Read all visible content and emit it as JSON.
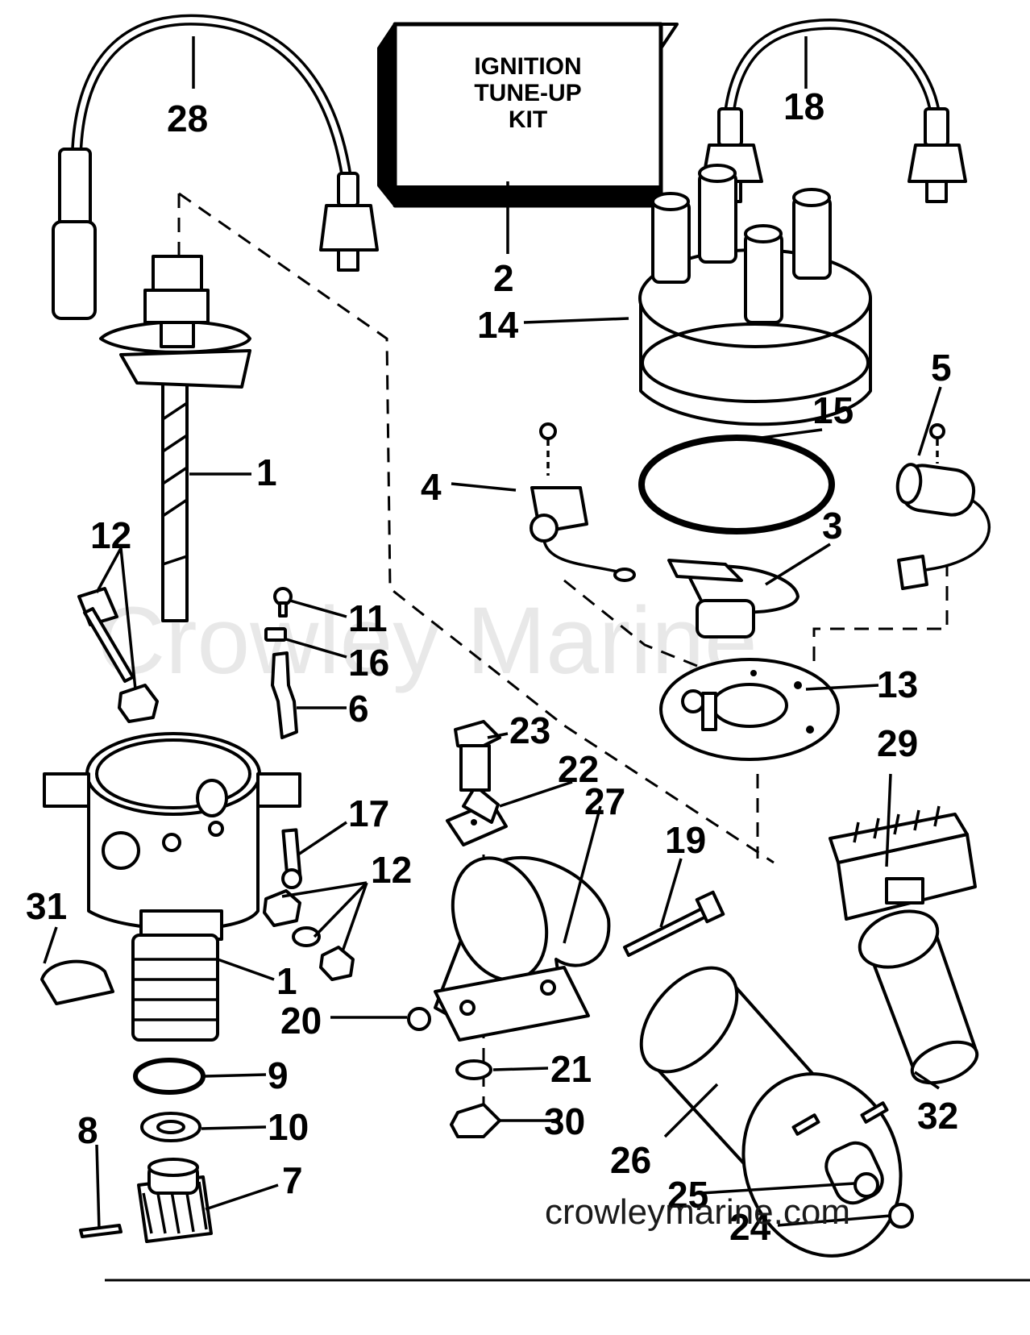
{
  "kit_box": {
    "line1": "IGNITION",
    "line2": "TUNE-UP",
    "line3": "KIT"
  },
  "watermark": {
    "center": "Crowley Marine",
    "url": "crowleymarine.com"
  },
  "callouts": {
    "c1a": "1",
    "c1b": "1",
    "c2": "2",
    "c3": "3",
    "c4": "4",
    "c5": "5",
    "c6": "6",
    "c7": "7",
    "c8": "8",
    "c9": "9",
    "c10": "10",
    "c11": "11",
    "c12a": "12",
    "c12b": "12",
    "c13": "13",
    "c14": "14",
    "c15": "15",
    "c16": "16",
    "c17": "17",
    "c18": "18",
    "c19": "19",
    "c20": "20",
    "c21": "21",
    "c22": "22",
    "c23": "23",
    "c24": "24",
    "c25": "25",
    "c26": "26",
    "c27": "27",
    "c28": "28",
    "c29": "29",
    "c30": "30",
    "c31": "31",
    "c32": "32"
  }
}
